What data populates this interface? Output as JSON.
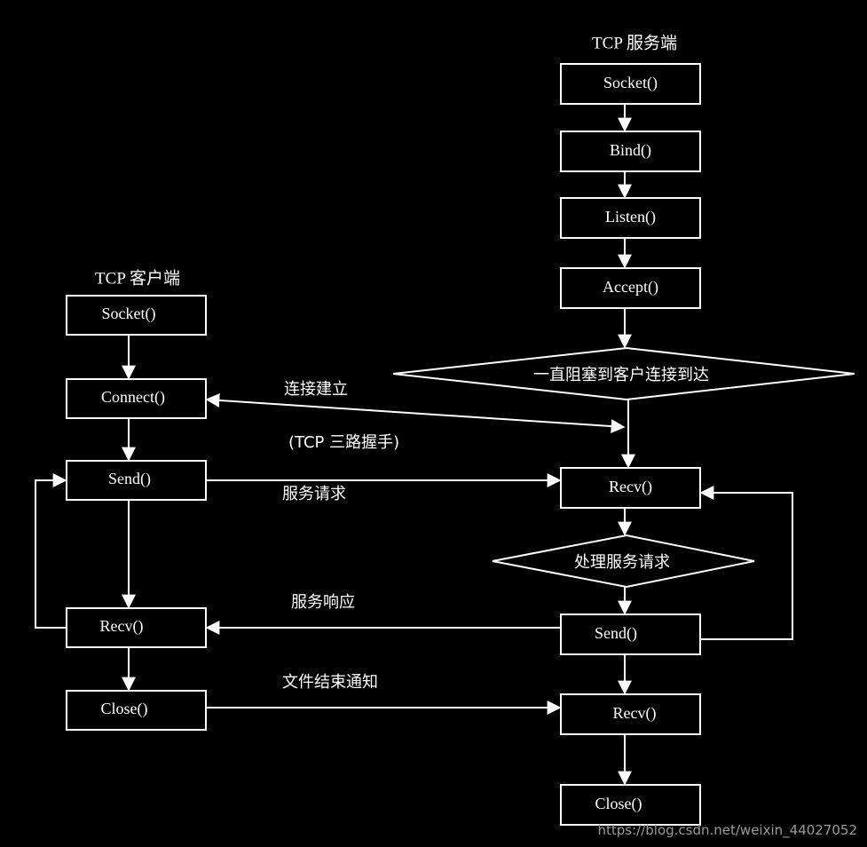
{
  "server": {
    "title": "TCP 服务端",
    "socket": "Socket()",
    "bind": "Bind()",
    "listen": "Listen()",
    "accept": "Accept()",
    "block": "一直阻塞到客户连接到达",
    "recv1": "Recv()",
    "process": "处理服务请求",
    "send": "Send()",
    "recv2": "Recv()",
    "close": "Close()"
  },
  "client": {
    "title": "TCP 客户端",
    "socket": "Socket()",
    "connect": "Connect()",
    "send": "Send()",
    "recv": "Recv()",
    "close": "Close()"
  },
  "labels": {
    "connect_established": "连接建立",
    "handshake": "(TCP 三路握手)",
    "request": "服务请求",
    "response": "服务响应",
    "eof": "文件结束通知"
  },
  "watermark": "https://blog.csdn.net/weixin_44027052"
}
